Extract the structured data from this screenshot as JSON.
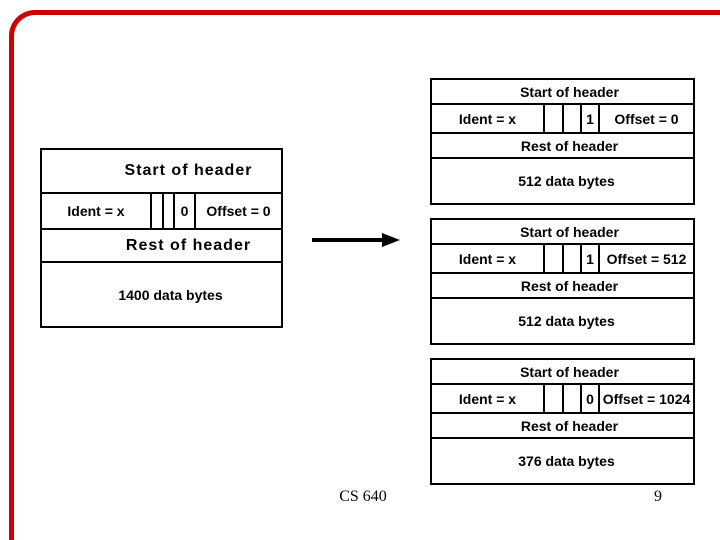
{
  "slide": {
    "footer": {
      "course": "CS 640",
      "page_number": "9"
    }
  },
  "colors": {
    "accent_red": "#CC0000",
    "diagram_line": "#000000"
  },
  "original_packet": {
    "header_label": "Start of header",
    "ident_label": "Ident = x",
    "flag_bit": "0",
    "offset_label": "Offset = 0",
    "rest_label": "Rest of header",
    "data_label": "1400 data bytes"
  },
  "fragments": [
    {
      "header_label": "Start of header",
      "ident_label": "Ident = x",
      "flag_bit": "1",
      "offset_label": "Offset = 0",
      "rest_label": "Rest of header",
      "data_label": "512 data bytes"
    },
    {
      "header_label": "Start of header",
      "ident_label": "Ident = x",
      "flag_bit": "1",
      "offset_label": "Offset = 512",
      "rest_label": "Rest of header",
      "data_label": "512 data bytes"
    },
    {
      "header_label": "Start of header",
      "ident_label": "Ident = x",
      "flag_bit": "0",
      "offset_label": "Offset = 1024",
      "rest_label": "Rest of header",
      "data_label": "376 data bytes"
    }
  ]
}
